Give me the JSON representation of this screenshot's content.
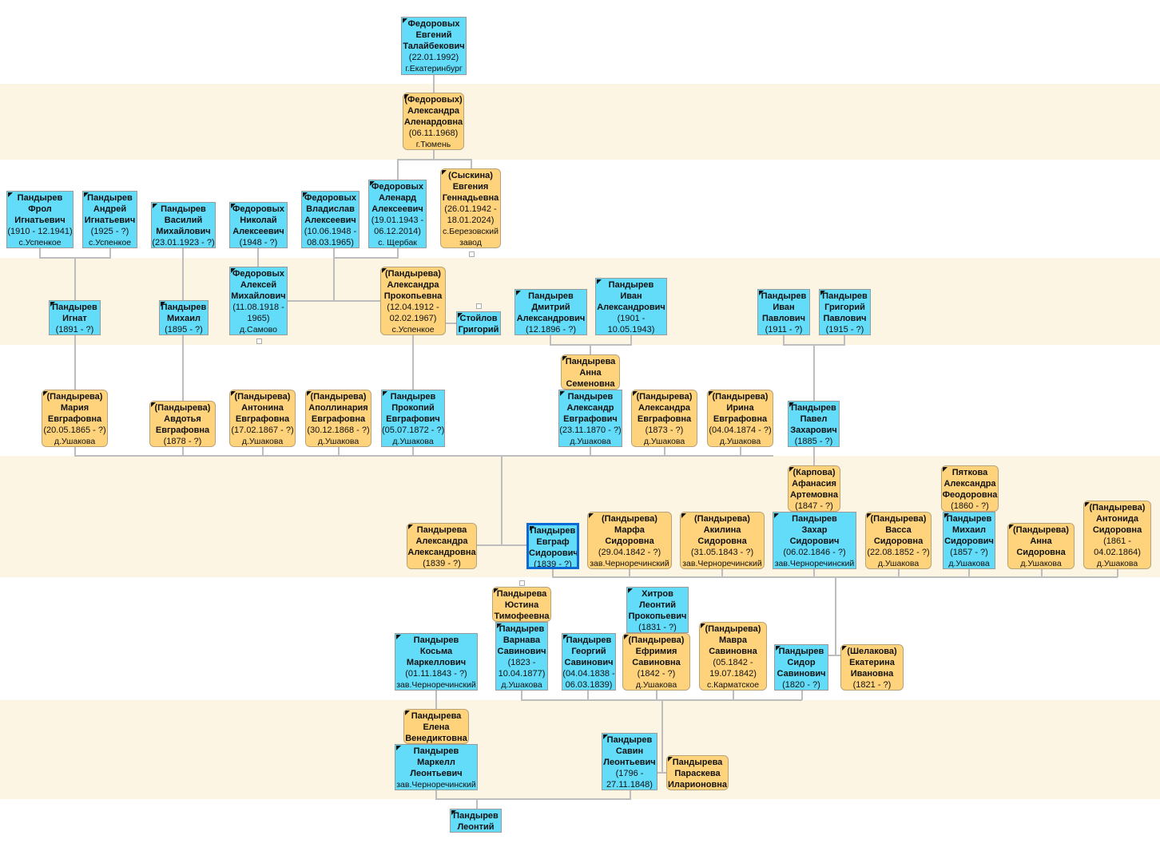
{
  "colors": {
    "male": "#62dcf9",
    "female": "#fed37b",
    "band": "#fdf5e3",
    "link": "#bdbdbd",
    "selected_border": "#0b6bd6"
  },
  "selected_person": "Пандырев Евграф Сидорович",
  "persons": [
    {
      "sex": "m",
      "name": [
        "Федоровых",
        "Евгений",
        "Талайбекович"
      ],
      "info": [
        "(22.01.1992)",
        "г.Екатеринбург"
      ]
    },
    {
      "sex": "f",
      "name": [
        "(Федоровых)",
        "Александра",
        "Аленардовна"
      ],
      "info": [
        "(06.11.1968)",
        "г.Тюмень"
      ]
    },
    {
      "sex": "m",
      "name": [
        "Пандырев",
        "Фрол",
        "Игнатьевич"
      ],
      "info": [
        "(1910 - 12.1941)",
        "с.Успенкое"
      ]
    },
    {
      "sex": "m",
      "name": [
        "Пандырев",
        "Андрей",
        "Игнатьевич"
      ],
      "info": [
        "(1925 - ?)",
        "с.Успенкое"
      ]
    },
    {
      "sex": "m",
      "name": [
        "Пандырев",
        "Василий",
        "Михайлович"
      ],
      "info": [
        "(23.01.1923 - ?)"
      ]
    },
    {
      "sex": "m",
      "name": [
        "Федоровых",
        "Николай",
        "Алексеевич"
      ],
      "info": [
        "(1948 - ?)"
      ]
    },
    {
      "sex": "m",
      "name": [
        "Федоровых",
        "Владислав",
        "Алексеевич"
      ],
      "info": [
        "(10.06.1948 -",
        "08.03.1965)"
      ]
    },
    {
      "sex": "m",
      "name": [
        "Федоровых",
        "Аленард",
        "Алексеевич"
      ],
      "info": [
        "(19.01.1943 -",
        "06.12.2014)",
        "с. Щербак"
      ]
    },
    {
      "sex": "f",
      "name": [
        "(Сыскина)",
        "Евгения",
        "Геннадьевна"
      ],
      "info": [
        "(26.01.1942 -",
        "18.01.2024)",
        "с.Березовский",
        "завод"
      ]
    },
    {
      "sex": "m",
      "name": [
        "Пандырев",
        "Игнат"
      ],
      "info": [
        "(1891 - ?)"
      ]
    },
    {
      "sex": "m",
      "name": [
        "Пандырев",
        "Михаил"
      ],
      "info": [
        "(1895 - ?)"
      ]
    },
    {
      "sex": "m",
      "name": [
        "Федоровых",
        "Алексей",
        "Михайлович"
      ],
      "info": [
        "(11.08.1918 -",
        "1965)",
        "д.Самово"
      ]
    },
    {
      "sex": "f",
      "name": [
        "(Пандырева)",
        "Александра",
        "Прокопьевна"
      ],
      "info": [
        "(12.04.1912 -",
        "02.02.1967)",
        "с.Успенкое"
      ]
    },
    {
      "sex": "m",
      "name": [
        "Стойлов",
        "Григорий"
      ],
      "info": []
    },
    {
      "sex": "m",
      "name": [
        "Пандырев",
        "Дмитрий",
        "Александрович"
      ],
      "info": [
        "(12.1896 - ?)"
      ]
    },
    {
      "sex": "m",
      "name": [
        "Пандырев",
        "Иван",
        "Александрович"
      ],
      "info": [
        "(1901 -",
        "10.05.1943)"
      ]
    },
    {
      "sex": "m",
      "name": [
        "Пандырев",
        "Иван",
        "Павлович"
      ],
      "info": [
        "(1911 - ?)"
      ]
    },
    {
      "sex": "m",
      "name": [
        "Пандырев",
        "Григорий",
        "Павлович"
      ],
      "info": [
        "(1915 - ?)"
      ]
    },
    {
      "sex": "f",
      "name": [
        "Пандырева",
        "Анна",
        "Семеновна"
      ],
      "info": []
    },
    {
      "sex": "f",
      "name": [
        "(Пандырева)",
        "Мария",
        "Евграфовна"
      ],
      "info": [
        "(20.05.1865 - ?)",
        "д.Ушакова"
      ]
    },
    {
      "sex": "f",
      "name": [
        "(Пандырева)",
        "Авдотья",
        "Евграфовна"
      ],
      "info": [
        "(1878 - ?)"
      ]
    },
    {
      "sex": "f",
      "name": [
        "(Пандырева)",
        "Антонина",
        "Евграфовна"
      ],
      "info": [
        "(17.02.1867 - ?)",
        "д.Ушакова"
      ]
    },
    {
      "sex": "f",
      "name": [
        "(Пандырева)",
        "Аполлинария",
        "Евграфовна"
      ],
      "info": [
        "(30.12.1868 - ?)",
        "д.Ушакова"
      ]
    },
    {
      "sex": "m",
      "name": [
        "Пандырев",
        "Прокопий",
        "Евграфович"
      ],
      "info": [
        "(05.07.1872 - ?)",
        "д.Ушакова"
      ]
    },
    {
      "sex": "m",
      "name": [
        "Пандырев",
        "Александр",
        "Евграфович"
      ],
      "info": [
        "(23.11.1870 - ?)",
        "д.Ушакова"
      ]
    },
    {
      "sex": "f",
      "name": [
        "(Пандырева)",
        "Александра",
        "Евграфовна"
      ],
      "info": [
        "(1873 - ?)",
        "д.Ушакова"
      ]
    },
    {
      "sex": "f",
      "name": [
        "(Пандырева)",
        "Ирина",
        "Евграфовна"
      ],
      "info": [
        "(04.04.1874 - ?)",
        "д.Ушакова"
      ]
    },
    {
      "sex": "m",
      "name": [
        "Пандырев",
        "Павел",
        "Захарович"
      ],
      "info": [
        "(1885 - ?)"
      ]
    },
    {
      "sex": "f",
      "name": [
        "(Карпова)",
        "Афанасия",
        "Артемовна"
      ],
      "info": [
        "(1847 - ?)"
      ]
    },
    {
      "sex": "f",
      "name": [
        "Пяткова",
        "Александра",
        "Феодоровна"
      ],
      "info": [
        "(1860 - ?)"
      ]
    },
    {
      "sex": "f",
      "name": [
        "Пандырева",
        "Александра",
        "Александровна"
      ],
      "info": [
        "(1839 - ?)"
      ]
    },
    {
      "sex": "m",
      "name": [
        "Пандырев",
        "Евграф",
        "Сидорович"
      ],
      "info": [
        "(1839 - ?)"
      ],
      "selected": true
    },
    {
      "sex": "f",
      "name": [
        "(Пандырева)",
        "Марфа",
        "Сидоровна"
      ],
      "info": [
        "(29.04.1842 - ?)",
        "зав.Черноречинский"
      ]
    },
    {
      "sex": "f",
      "name": [
        "(Пандырева)",
        "Акилина",
        "Сидоровна"
      ],
      "info": [
        "(31.05.1843 - ?)",
        "зав.Черноречинский"
      ]
    },
    {
      "sex": "m",
      "name": [
        "Пандырев",
        "Захар",
        "Сидорович"
      ],
      "info": [
        "(06.02.1846 - ?)",
        "зав.Черноречинский"
      ]
    },
    {
      "sex": "f",
      "name": [
        "(Пандырева)",
        "Васса",
        "Сидоровна"
      ],
      "info": [
        "(22.08.1852 - ?)",
        "д.Ушакова"
      ]
    },
    {
      "sex": "m",
      "name": [
        "Пандырев",
        "Михаил",
        "Сидорович"
      ],
      "info": [
        "(1857 - ?)",
        "д.Ушакова"
      ]
    },
    {
      "sex": "f",
      "name": [
        "(Пандырева)",
        "Анна",
        "Сидоровна"
      ],
      "info": [
        "д.Ушакова"
      ]
    },
    {
      "sex": "f",
      "name": [
        "(Пандырева)",
        "Антонида",
        "Сидоровна"
      ],
      "info": [
        "(1861 -",
        "04.02.1864)",
        "д.Ушакова"
      ]
    },
    {
      "sex": "f",
      "name": [
        "Пандырева",
        "Юстина",
        "Тимофеевна"
      ],
      "info": []
    },
    {
      "sex": "m",
      "name": [
        "Хитров",
        "Леонтий",
        "Прокопьевич"
      ],
      "info": [
        "(1831 - ?)"
      ]
    },
    {
      "sex": "m",
      "name": [
        "Пандырев",
        "Косьма",
        "Маркеллович"
      ],
      "info": [
        "(01.11.1843 - ?)",
        "зав.Черноречинский"
      ]
    },
    {
      "sex": "m",
      "name": [
        "Пандырев",
        "Варнава",
        "Савинович"
      ],
      "info": [
        "(1823 -",
        "10.04.1877)",
        "д.Ушакова"
      ]
    },
    {
      "sex": "m",
      "name": [
        "Пандырев",
        "Георгий",
        "Савинович"
      ],
      "info": [
        "(04.04.1838 -",
        "06.03.1839)"
      ]
    },
    {
      "sex": "f",
      "name": [
        "(Пандырева)",
        "Ефримия",
        "Савиновна"
      ],
      "info": [
        "(1842 - ?)",
        "д.Ушакова"
      ]
    },
    {
      "sex": "f",
      "name": [
        "(Пандырева)",
        "Мавра",
        "Савиновна"
      ],
      "info": [
        "(05.1842 -",
        "19.07.1842)",
        "с.Карматское"
      ]
    },
    {
      "sex": "m",
      "name": [
        "Пандырев",
        "Сидор",
        "Савинович"
      ],
      "info": [
        "(1820 - ?)"
      ]
    },
    {
      "sex": "f",
      "name": [
        "(Шелакова)",
        "Екатерина",
        "Ивановна"
      ],
      "info": [
        "(1821 - ?)"
      ]
    },
    {
      "sex": "f",
      "name": [
        "Пандырева",
        "Елена",
        "Венедиктовна"
      ],
      "info": []
    },
    {
      "sex": "m",
      "name": [
        "Пандырев",
        "Маркелл",
        "Леонтьевич"
      ],
      "info": [
        "зав.Черноречинский"
      ]
    },
    {
      "sex": "m",
      "name": [
        "Пандырев",
        "Савин",
        "Леонтьевич"
      ],
      "info": [
        "(1796 -",
        "27.11.1848)"
      ]
    },
    {
      "sex": "f",
      "name": [
        "Пандырева",
        "Параскева",
        "Иларионовна"
      ],
      "info": []
    },
    {
      "sex": "m",
      "name": [
        "Пандырев",
        "Леонтий"
      ],
      "info": []
    }
  ]
}
